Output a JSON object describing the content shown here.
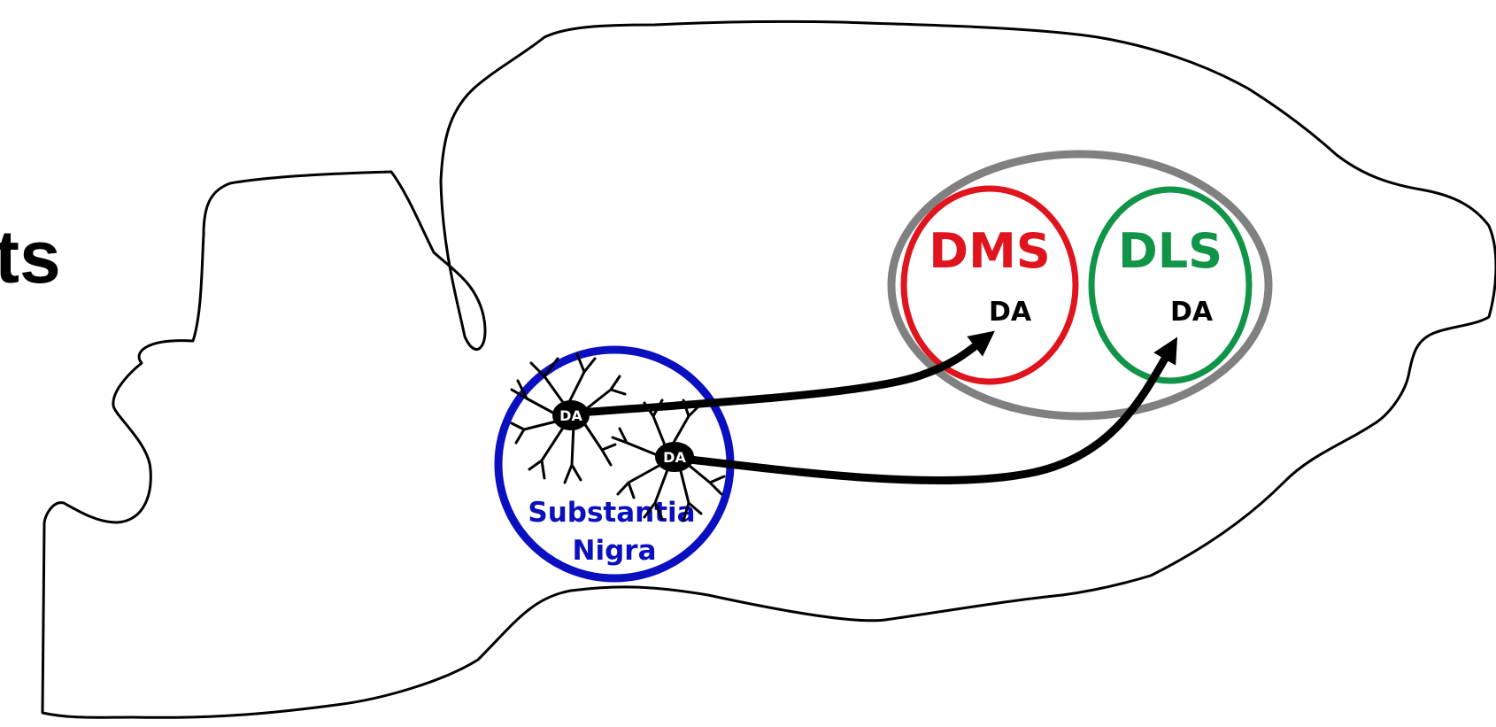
{
  "title_fragment": "ts",
  "regions": {
    "dms": {
      "label": "DMS",
      "sublabel": "DA",
      "color": "#e0141c"
    },
    "dls": {
      "label": "DLS",
      "sublabel": "DA",
      "color": "#109447"
    },
    "striatum": {
      "color": "#808080"
    },
    "substantia_nigra": {
      "label_line1": "Substantia",
      "label_line2": "Nigra",
      "color": "#0a0fbf"
    }
  },
  "neurons": [
    {
      "label": "DA"
    },
    {
      "label": "DA"
    }
  ]
}
